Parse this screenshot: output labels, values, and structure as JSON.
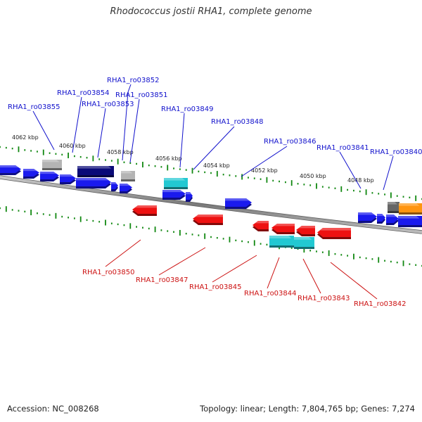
{
  "title": "Rhodococcus jostii RHA1, complete genome",
  "footer": {
    "accession": "Accession: NC_008268",
    "stats": "Topology: linear; Length: 7,804,765 bp; Genes: 7,274"
  },
  "colors": {
    "backbone": "#8a8a8a",
    "tick": "#118811",
    "forward_gene": "#1a1aee",
    "forward_gene_dark": "#0a0a78",
    "reverse_gene": "#ee1111",
    "other_feature": "#22c8d2",
    "pseudo_gene": "#b4b4b4",
    "highlight": "#ff9510",
    "forward_label": "#1111cc",
    "reverse_label": "#cc1111"
  },
  "scale_labels": [
    "4062 kbp",
    "4060 kbp",
    "4058 kbp",
    "4056 kbp",
    "4054 kbp",
    "4052 kbp",
    "4050 kbp",
    "4048 kbp"
  ],
  "forward_labels": [
    "RHA1_ro03855",
    "RHA1_ro03854",
    "RHA1_ro03853",
    "RHA1_ro03852",
    "RHA1_ro03851",
    "RHA1_ro03849",
    "RHA1_ro03848",
    "RHA1_ro03846",
    "RHA1_ro03841",
    "RHA1_ro03840"
  ],
  "reverse_labels": [
    "RHA1_ro03850",
    "RHA1_ro03847",
    "RHA1_ro03845",
    "RHA1_ro03844",
    "RHA1_ro03843",
    "RHA1_ro03842"
  ]
}
